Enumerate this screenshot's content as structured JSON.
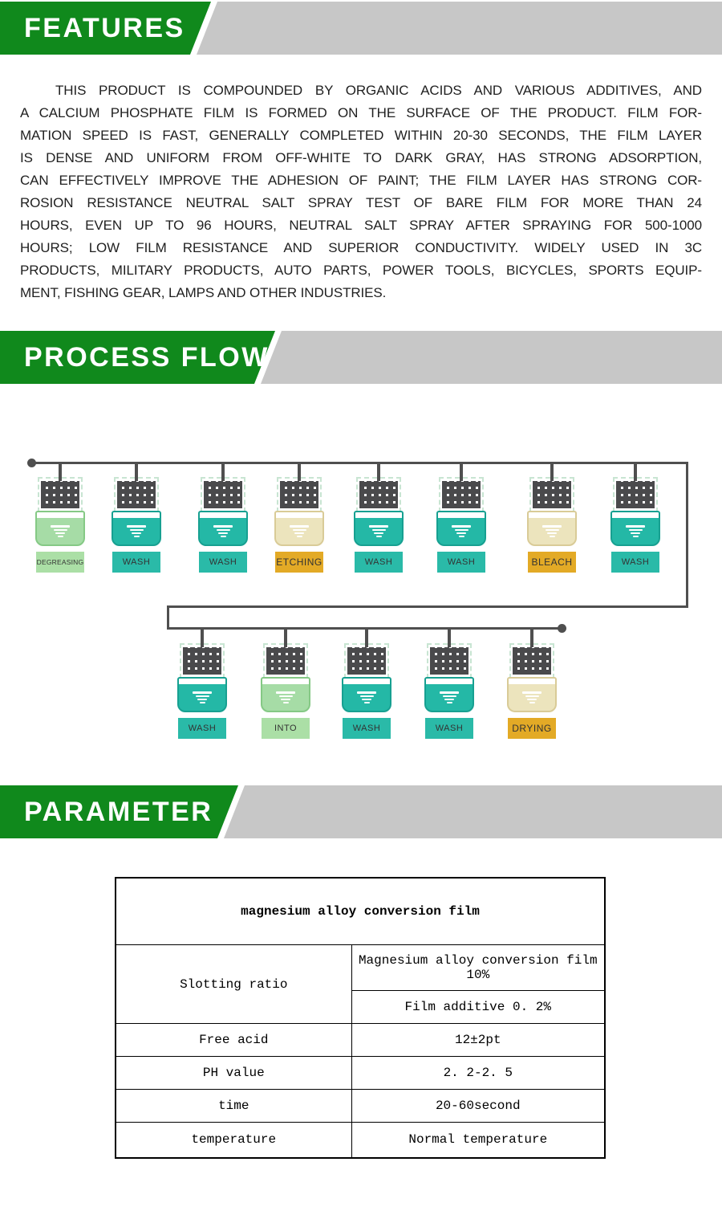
{
  "colors": {
    "banner_green": "#10891c",
    "banner_gray": "#c7c7c7",
    "line_gray": "#4f4f4f",
    "text_dark": "#1f1f1f",
    "teal_fill": "#24b8a6",
    "teal_border": "#17a091",
    "teal_label": "#2abaa8",
    "green_fill": "#a6dca6",
    "green_border": "#85c985",
    "green_label": "#abdfa6",
    "cream_fill": "#ece4bd",
    "cream_border": "#d9cb97",
    "amber_label": "#e3aa26"
  },
  "features": {
    "title": "FEATURES",
    "lines": [
      "THIS PRODUCT IS COMPOUNDED BY ORGANIC ACIDS AND VARIOUS ADDITIVES, AND",
      "A CALCIUM PHOSPHATE FILM IS FORMED ON THE SURFACE OF THE PRODUCT. FILM FOR-",
      "MATION SPEED IS FAST, GENERALLY COMPLETED WITHIN 20-30 SECONDS, THE FILM LAYER",
      "IS DENSE AND UNIFORM FROM OFF-WHITE TO DARK GRAY, HAS STRONG ADSORPTION,",
      "CAN EFFECTIVELY IMPROVE THE ADHESION OF PAINT; THE FILM LAYER HAS STRONG COR-",
      "ROSION RESISTANCE NEUTRAL SALT SPRAY TEST OF BARE FILM FOR MORE THAN 24",
      "HOURS, EVEN UP TO 96 HOURS, NEUTRAL SALT SPRAY AFTER SPRAYING FOR 500-1000",
      "HOURS; LOW FILM RESISTANCE AND SUPERIOR CONDUCTIVITY. WIDELY USED IN 3C",
      "PRODUCTS, MILITARY PRODUCTS, AUTO PARTS, POWER TOOLS, BICYCLES, SPORTS EQUIP-",
      "MENT, FISHING GEAR, LAMPS AND OTHER INDUSTRIES."
    ]
  },
  "process_flow": {
    "title": "PROCESS FLOW",
    "rows": [
      {
        "stations": [
          {
            "label": "DEGREASING",
            "tank": "green",
            "tag": "green"
          },
          {
            "label": "WASH",
            "tank": "teal",
            "tag": "teal"
          },
          {
            "label": "WASH",
            "tank": "teal",
            "tag": "teal"
          },
          {
            "label": "ETCHING",
            "tank": "cream",
            "tag": "amber"
          },
          {
            "label": "WASH",
            "tank": "teal",
            "tag": "teal"
          },
          {
            "label": "WASH",
            "tank": "teal",
            "tag": "teal"
          },
          {
            "label": "BLEACH",
            "tank": "cream",
            "tag": "amber"
          },
          {
            "label": "WASH",
            "tank": "teal",
            "tag": "teal"
          }
        ]
      },
      {
        "stations": [
          {
            "label": "WASH",
            "tank": "teal",
            "tag": "teal"
          },
          {
            "label": "INTO",
            "tank": "green",
            "tag": "green"
          },
          {
            "label": "WASH",
            "tank": "teal",
            "tag": "teal"
          },
          {
            "label": "WASH",
            "tank": "teal",
            "tag": "teal"
          },
          {
            "label": "DRYING",
            "tank": "cream",
            "tag": "amber"
          }
        ]
      }
    ]
  },
  "parameter": {
    "title": "PARAMETER",
    "table": {
      "title": "magnesium alloy conversion film",
      "slotting_label": "Slotting ratio",
      "slotting_value_1": "Magnesium alloy conversion film\n10%",
      "slotting_value_2": "Film additive 0. 2%",
      "rows": [
        {
          "label": "Free acid",
          "value": "12±2pt"
        },
        {
          "label": "PH value",
          "value": "2. 2-2. 5"
        },
        {
          "label": "time",
          "value": "20-60second"
        },
        {
          "label": "temperature",
          "value": "Normal temperature"
        }
      ]
    }
  }
}
